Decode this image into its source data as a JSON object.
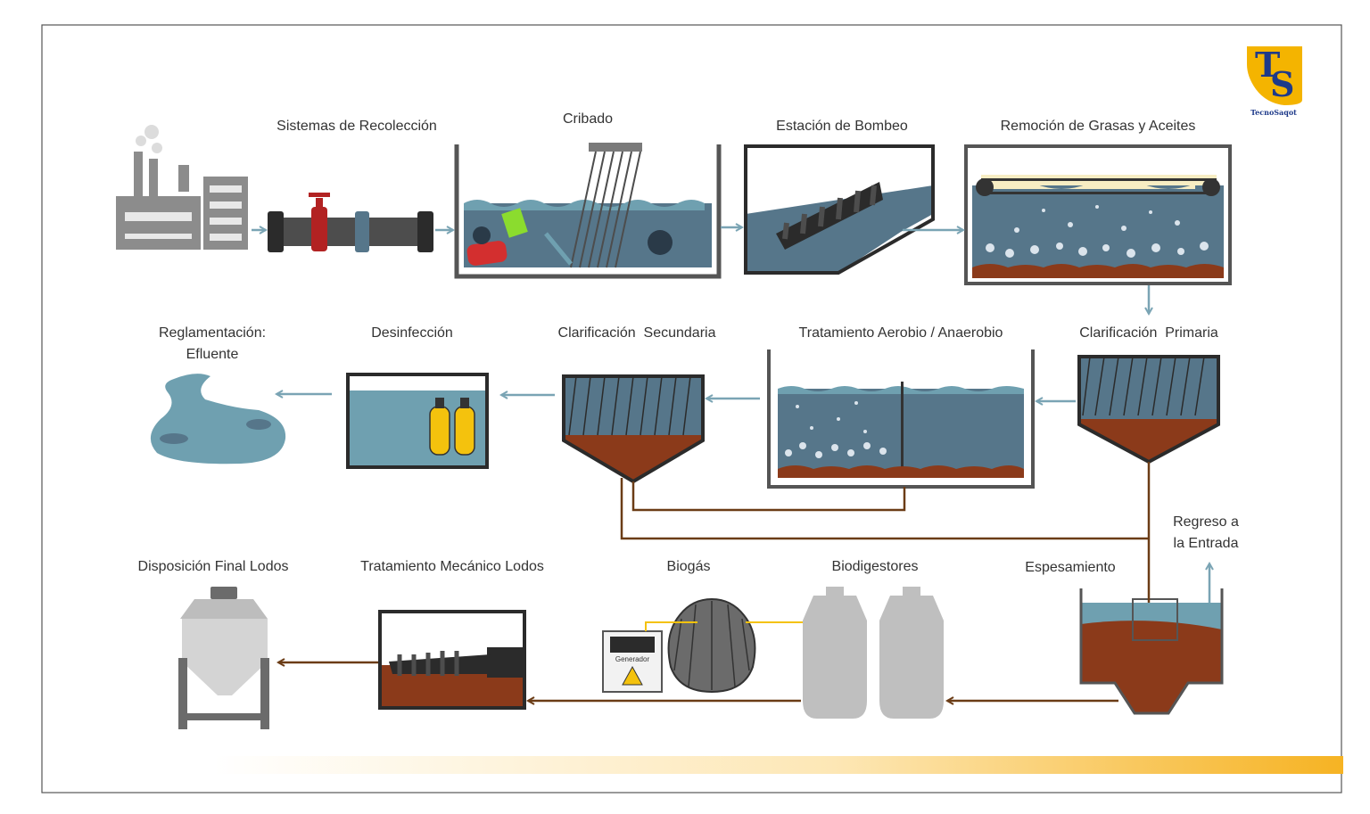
{
  "labels": {
    "recoleccion": "Sistemas de Recolección",
    "cribado": "Cribado",
    "bombeo": "Estación de Bombeo",
    "grasas": "Remoción de Grasas y Aceites",
    "reglamentacion_1": "Reglamentación:",
    "reglamentacion_2": "Efluente",
    "desinfeccion": "Desinfección",
    "clar_secundaria": "Clarificación  Secundaria",
    "aerobio": "Tratamiento Aerobio / Anaerobio",
    "clar_primaria": "Clarificación  Primaria",
    "regreso_1": "Regreso a",
    "regreso_2": "la Entrada",
    "disposicion": "Disposición Final Lodos",
    "mecanico": "Tratamiento Mecánico Lodos",
    "biogas": "Biogás",
    "biodigestores": "Biodigestores",
    "espesamiento": "Espesamiento",
    "generador": "Generador"
  },
  "logo": {
    "letters": "TS",
    "brand": "TecnoSaqot"
  },
  "colors": {
    "water": "#56768a",
    "water_light": "#6fa0b0",
    "sludge": "#8b3a1a",
    "flow_arrow": "#7aa4b4",
    "sludge_line": "#6b3c16",
    "frame": "#555555",
    "logo_yellow": "#f4b400",
    "logo_blue": "#1e3a8a"
  }
}
